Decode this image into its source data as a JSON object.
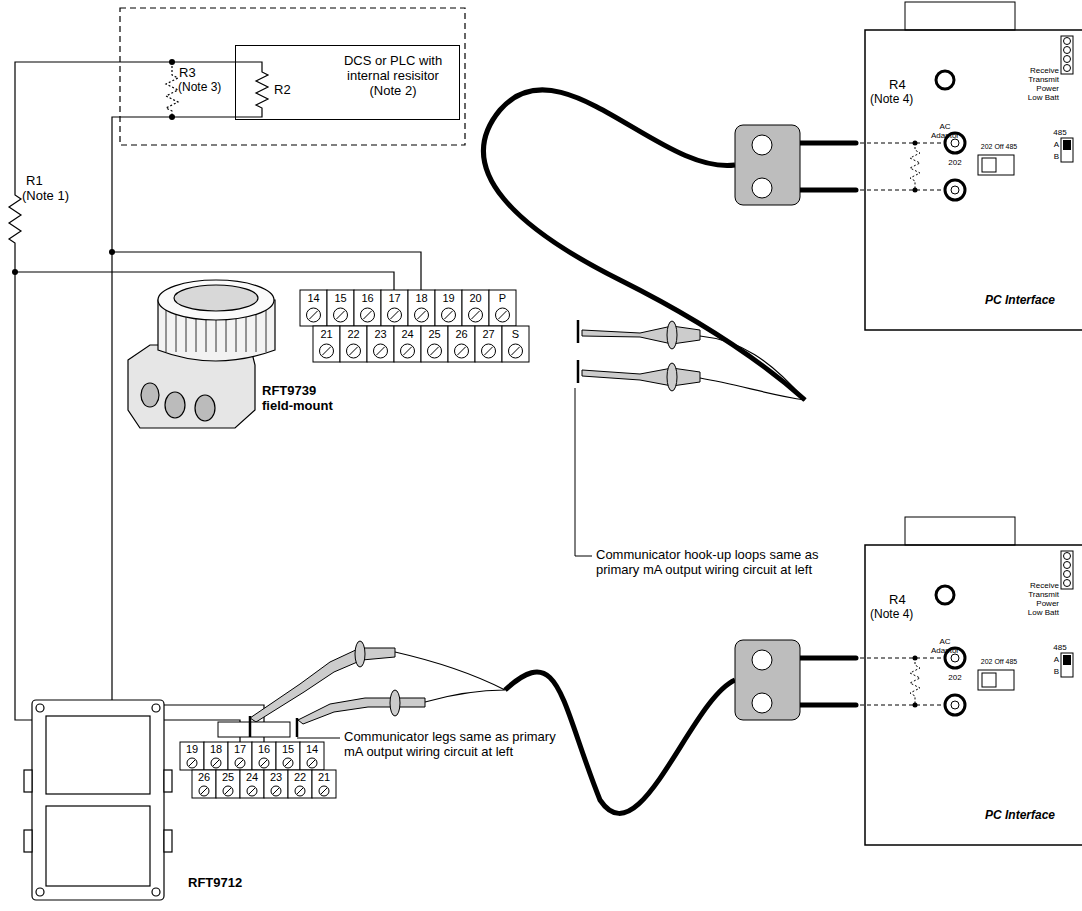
{
  "diagram": {
    "nodes": [
      {
        "text": [
          "DCS or PLC with internal resisitor (Note 2)"
        ]
      },
      {
        "text": [
          "AC Adaptor",
          "Receive",
          "Transmit",
          "Power",
          "Low Batt",
          "485",
          "A",
          "B",
          "202 Off 485",
          "202",
          "PC Interface"
        ]
      },
      {
        "text": [
          "AC Adaptor",
          "Receive",
          "Transmit",
          "Power",
          "Low Batt",
          "485",
          "A",
          "B",
          "202 Off 485",
          "202",
          "PC Interface"
        ]
      }
    ],
    "labels": [
      "R3",
      "(Note 3)",
      "R2",
      "R1",
      "(Note 1)",
      "R4",
      "(Note 4)",
      "14",
      "15",
      "16",
      "17",
      "18",
      "19",
      "20",
      "P",
      "21",
      "22",
      "23",
      "24",
      "25",
      "26",
      "27",
      "S",
      "RFT9739 field-mount",
      "Communicator hook-up loops same as primary mA output wiring circuit at left",
      "R4",
      "(Note 4)",
      "19",
      "18",
      "17",
      "16",
      "15",
      "14",
      "26",
      "25",
      "24",
      "23",
      "22",
      "21",
      "Communicator legs same as primary mA output wiring circuit at left",
      "RFT9712"
    ]
  }
}
